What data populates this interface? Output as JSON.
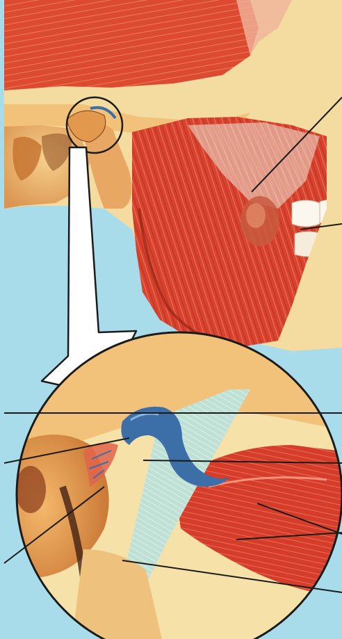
{
  "figure": {
    "subject": "jaw-joint-anatomy-illustration",
    "frame_color": "#a8dcea",
    "colors": {
      "muscle": "#d8422e",
      "muscle_dark": "#a82a1c",
      "muscle_light": "#f08a6a",
      "bone": "#f2c27a",
      "bone_dark": "#d99450",
      "skin": "#f6e2a8",
      "disc": "#3c6ea8",
      "teeth": "#fbf6ee",
      "line": "#1a1a1a",
      "arrow": "#ffffff"
    },
    "regions": [
      "upper-temporal-muscle",
      "jaw-muscle",
      "zygomatic-arch",
      "mandibular-condyle",
      "teeth",
      "magnified-joint-circle",
      "articular-disc",
      "magnification-arrow"
    ],
    "leader_line_count": 9
  }
}
